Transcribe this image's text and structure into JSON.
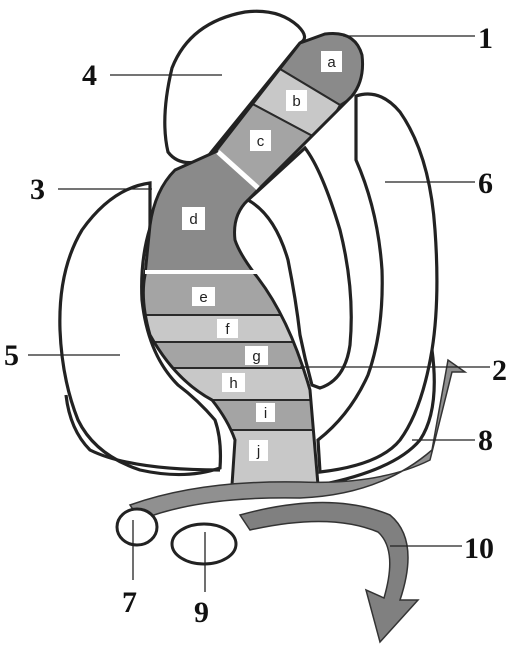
{
  "colors": {
    "background": "#ffffff",
    "outline": "#222222",
    "shade_dark": "#8a8a8a",
    "shade_medium": "#a4a4a4",
    "shade_light": "#c8c8c8",
    "shade_lightest": "#d8d8d8",
    "label_box": "#ffffff"
  },
  "callouts": [
    {
      "id": "c1",
      "number": "1"
    },
    {
      "id": "c2",
      "number": "2"
    },
    {
      "id": "c3",
      "number": "3"
    },
    {
      "id": "c4",
      "number": "4"
    },
    {
      "id": "c5",
      "number": "5"
    },
    {
      "id": "c6",
      "number": "6"
    },
    {
      "id": "c7",
      "number": "7"
    },
    {
      "id": "c8",
      "number": "8"
    },
    {
      "id": "c9",
      "number": "9"
    },
    {
      "id": "c10",
      "number": "10"
    }
  ],
  "segments": [
    {
      "id": "a",
      "label": "a",
      "shade": "shade_dark"
    },
    {
      "id": "b",
      "label": "b",
      "shade": "shade_light"
    },
    {
      "id": "c",
      "label": "c",
      "shade": "shade_medium"
    },
    {
      "id": "d",
      "label": "d",
      "shade": "shade_dark"
    },
    {
      "id": "e",
      "label": "e",
      "shade": "shade_medium"
    },
    {
      "id": "f",
      "label": "f",
      "shade": "shade_light"
    },
    {
      "id": "g",
      "label": "g",
      "shade": "shade_medium"
    },
    {
      "id": "h",
      "label": "h",
      "shade": "shade_light"
    },
    {
      "id": "i",
      "label": "i",
      "shade": "shade_medium"
    },
    {
      "id": "j",
      "label": "j",
      "shade": "shade_light"
    }
  ]
}
